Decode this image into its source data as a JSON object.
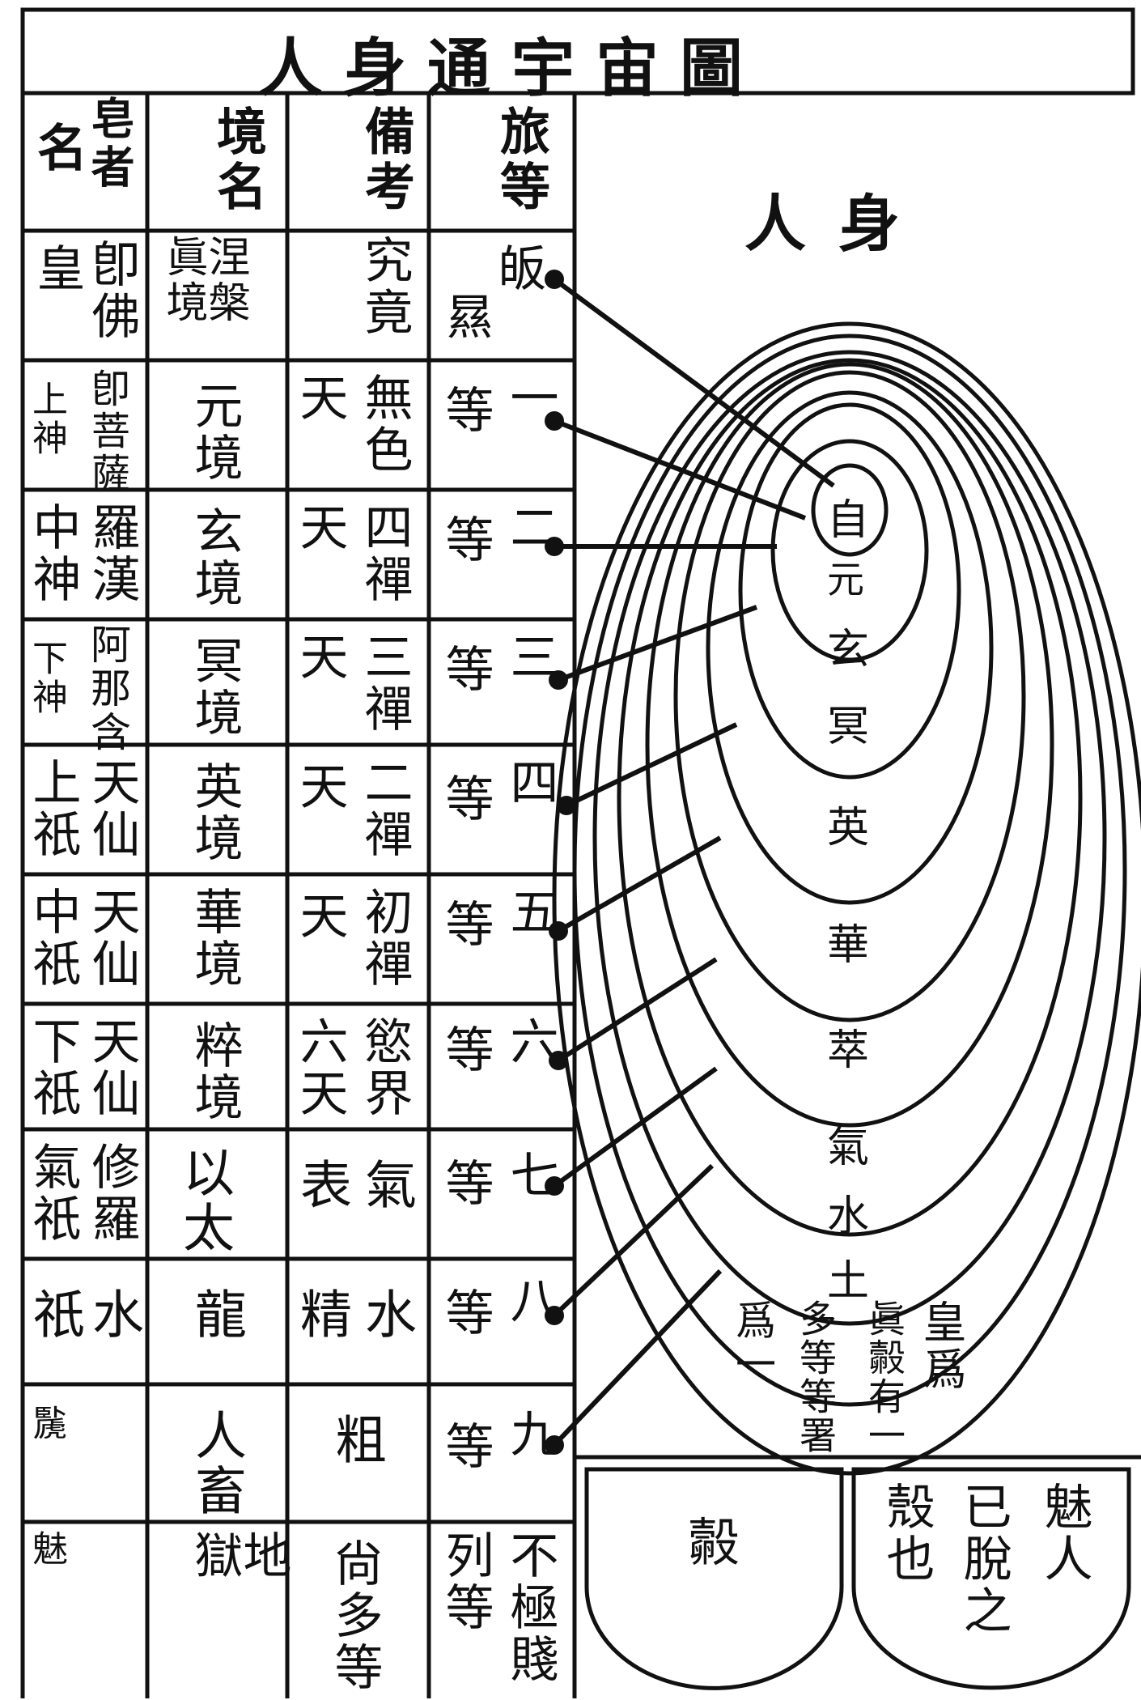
{
  "title": "人身通宇宙圖",
  "right_title": "人身",
  "headers": [
    "旅等",
    "備考",
    "境名",
    "皂者",
    "名"
  ],
  "rows": [
    {
      "tier": "皈",
      "tier_sub": "㬎",
      "ref": "究竟",
      "realm": "涅槃眞境",
      "being": "卽佛",
      "name": "皇"
    },
    {
      "tier": "一",
      "tier_sub": "等",
      "ref": "無色",
      "ref2": "天",
      "realm": "元境",
      "being": "卽菩薩",
      "name": "上神"
    },
    {
      "tier": "二",
      "tier_sub": "等",
      "ref": "四禪",
      "ref2": "天",
      "realm": "玄境",
      "being": "羅漢",
      "name": "中神"
    },
    {
      "tier": "三",
      "tier_sub": "等",
      "ref": "三禪",
      "ref2": "天",
      "realm": "冥境",
      "being": "阿那含",
      "name": "下神"
    },
    {
      "tier": "四",
      "tier_sub": "等",
      "ref": "二禪",
      "ref2": "天",
      "realm": "英境",
      "being": "天仙",
      "name": "上祇"
    },
    {
      "tier": "五",
      "tier_sub": "等",
      "ref": "初禪",
      "ref2": "天",
      "realm": "華境",
      "being": "天仙",
      "name": "中祇"
    },
    {
      "tier": "六",
      "tier_sub": "等",
      "ref": "慾界",
      "ref2": "六天",
      "realm": "粹境",
      "being": "天仙",
      "name": "下祇"
    },
    {
      "tier": "七",
      "tier_sub": "等",
      "ref": "氣",
      "ref2": "表",
      "realm": "以太",
      "being": "修羅",
      "name": "氣祇"
    },
    {
      "tier": "八",
      "tier_sub": "等",
      "ref": "水",
      "ref2": "精",
      "realm": "龍",
      "being": "水",
      "name": "祇"
    },
    {
      "tier": "九",
      "tier_sub": "等",
      "ref": "粗",
      "realm": "人畜",
      "being": "",
      "name": "䖙"
    },
    {
      "tier": "不極賤",
      "tier_sub": "列等",
      "ref": "尙多等",
      "realm": "地獄",
      "being": "",
      "name": "魅"
    }
  ],
  "rings": [
    "自",
    "元",
    "玄",
    "冥",
    "英",
    "華",
    "萃",
    "氣",
    "水",
    "土"
  ],
  "notes": {
    "col1": "皇爲",
    "col2": "眞㲉有一",
    "col3": "多等等署",
    "col4": "爲一"
  },
  "cup_left": "㲉",
  "cup_right": [
    "魅人",
    "已脫之",
    "殼也"
  ]
}
